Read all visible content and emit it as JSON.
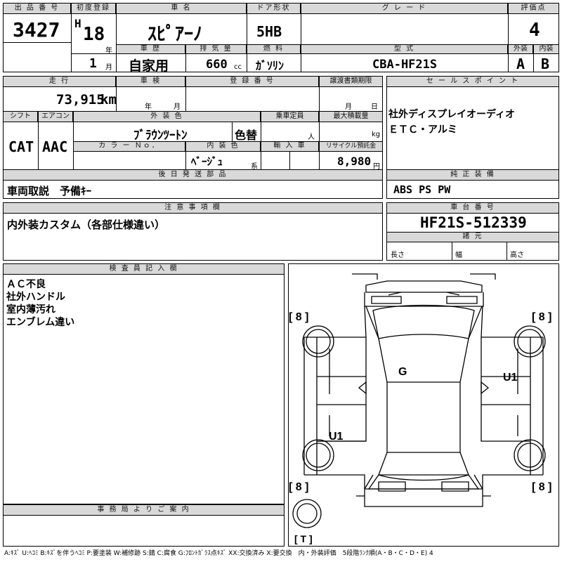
{
  "lot": {
    "label": "出 品 番 号",
    "value": "3427"
  },
  "first_reg": {
    "label": "初度登録",
    "era": "H",
    "year": "18",
    "year_unit": "年",
    "month": "1",
    "month_unit": "月"
  },
  "car_name": {
    "label": "車 名",
    "value": "ｽﾋﾟｱｰﾉ"
  },
  "door": {
    "label": "ドア形状",
    "value": "5HB"
  },
  "grade": {
    "label": "グ レ ー ド",
    "value": ""
  },
  "score": {
    "label": "評価点",
    "value": "4"
  },
  "history": {
    "label": "車 歴",
    "value": "自家用"
  },
  "displacement": {
    "label": "排 気 量",
    "value": "660",
    "unit": "cc"
  },
  "fuel": {
    "label": "燃 料",
    "value": "ｶﾞｿﾘﾝ"
  },
  "model": {
    "label": "型 式",
    "value": "CBA-HF21S"
  },
  "exterior": {
    "label": "外装",
    "value": "A"
  },
  "interior": {
    "label": "内装",
    "value": "B"
  },
  "mileage": {
    "label": "走 行",
    "value": "73,915",
    "unit": "km"
  },
  "inspection": {
    "label": "車 検",
    "year_unit": "年",
    "month_unit": "月"
  },
  "registration": {
    "label": "登 録 番 号"
  },
  "transfer_deadline": {
    "label": "譲渡書類期限",
    "month_unit": "月",
    "day_unit": "日"
  },
  "sales_point": {
    "label": "セ ー ル ス ポ イ ン ト",
    "lines": [
      "社外ディスプレイオーディオ",
      "ＥＴＣ・アルミ"
    ]
  },
  "shift": {
    "label": "シフト",
    "value": "CAT"
  },
  "aircon": {
    "label": "エアコン",
    "value": "AAC"
  },
  "color": {
    "label": "外 装 色",
    "value": "ﾌﾞﾗｳﾝﾂｰﾄﾝ",
    "changed": "色替"
  },
  "capacity": {
    "label": "乗車定員",
    "unit": "人"
  },
  "max_load": {
    "label": "最大積載量",
    "unit": "kg"
  },
  "color_no": {
    "label": "カ ラ ー Ｎｏ．"
  },
  "interior_color": {
    "label": "内 装 色",
    "value": "ﾍﾞｰｼﾞｭ",
    "unit": "系"
  },
  "import": {
    "label": "輸 入 車"
  },
  "recycle": {
    "label": "リサイクル預託金",
    "value": "8,980",
    "unit": "円"
  },
  "later_parts": {
    "label": "後 日 発 送 部 品",
    "value": "車両取説　予備ｷｰ"
  },
  "genuine": {
    "label": "純 正 装 備",
    "value": "ABS PS PW"
  },
  "notes": {
    "label": "注 意 事 項 欄",
    "value": "内外装カスタム（各部仕様違い）"
  },
  "chassis": {
    "label": "車 台 番 号",
    "value": "HF21S-512339"
  },
  "specs": {
    "label": "諸 元",
    "length": "長さ",
    "width": "幅",
    "height": "高さ"
  },
  "inspector": {
    "label": "検 査 員 記 入 欄",
    "lines": [
      "ＡＣ不良",
      "社外ハンドル",
      "室内薄汚れ",
      "エンブレム違い"
    ]
  },
  "office": {
    "label": "事 務 局 よ り ご 案 内"
  },
  "diagram": {
    "tread": "[ 8 ]",
    "g_mark": "G",
    "u1_mark": "U1",
    "trunk_mark": "[ T ]"
  },
  "footer": "A:ｷｽﾞ U:ﾍｺﾐ B:ｷｽﾞを伴うﾍｺﾐ P:要塗装 W:補修跡 S:錆 C:腐食 G:ﾌﾛﾝﾄｶﾞﾗｽ点ｷｽﾞ XX:交換済み X:要交換　内・外装評価　5段階ﾗﾝｸ順(A・B・C・D・E) 4"
}
